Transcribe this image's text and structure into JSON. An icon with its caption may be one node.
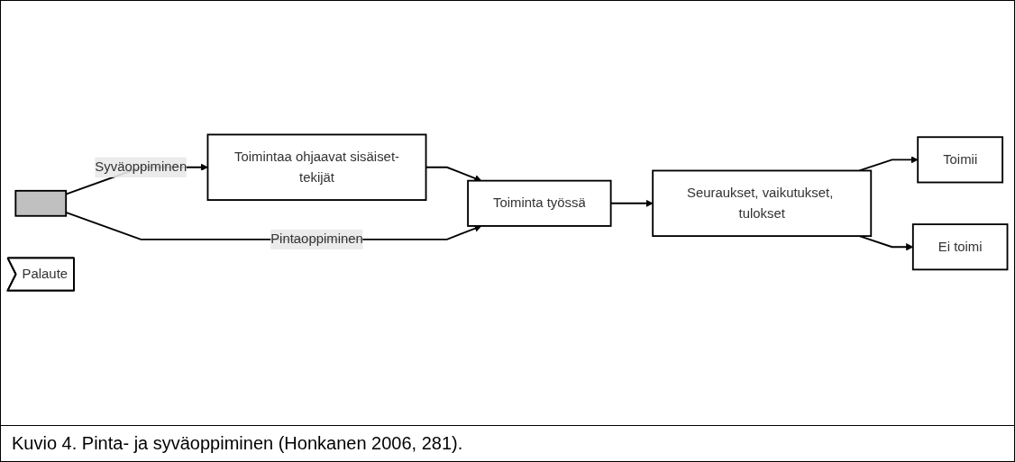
{
  "diagram": {
    "caption": "Kuvio 4. Pinta- ja syväoppiminen (Honkanen 2006, 281).",
    "nodes": [
      {
        "text": [
          "Toimintaa ohjaavat sisäiset-tekijät"
        ]
      },
      {
        "text": [
          "Toiminta työssä"
        ]
      },
      {
        "text": [
          "Seuraukset, vaikutukset, tulokset"
        ]
      },
      {
        "text": [
          "Toimii"
        ]
      },
      {
        "text": [
          "Ei toimi"
        ]
      },
      {
        "text": [],
        "shape": "box"
      },
      {
        "text": [
          "Palaute"
        ]
      }
    ],
    "edges": [
      {
        "from": 0,
        "to": 1,
        "arrow": "to"
      },
      {
        "from": 1,
        "to": 2,
        "arrow": "to"
      },
      {
        "from": 2,
        "to": 3,
        "arrow": "to"
      },
      {
        "from": 2,
        "to": 4,
        "arrow": "to"
      },
      {
        "from": 5,
        "to": 1,
        "arrow": "to",
        "label": "Pintaoppiminen"
      },
      {
        "from": 5,
        "to": 0,
        "arrow": "to",
        "label": "Syväoppiminen"
      }
    ]
  }
}
